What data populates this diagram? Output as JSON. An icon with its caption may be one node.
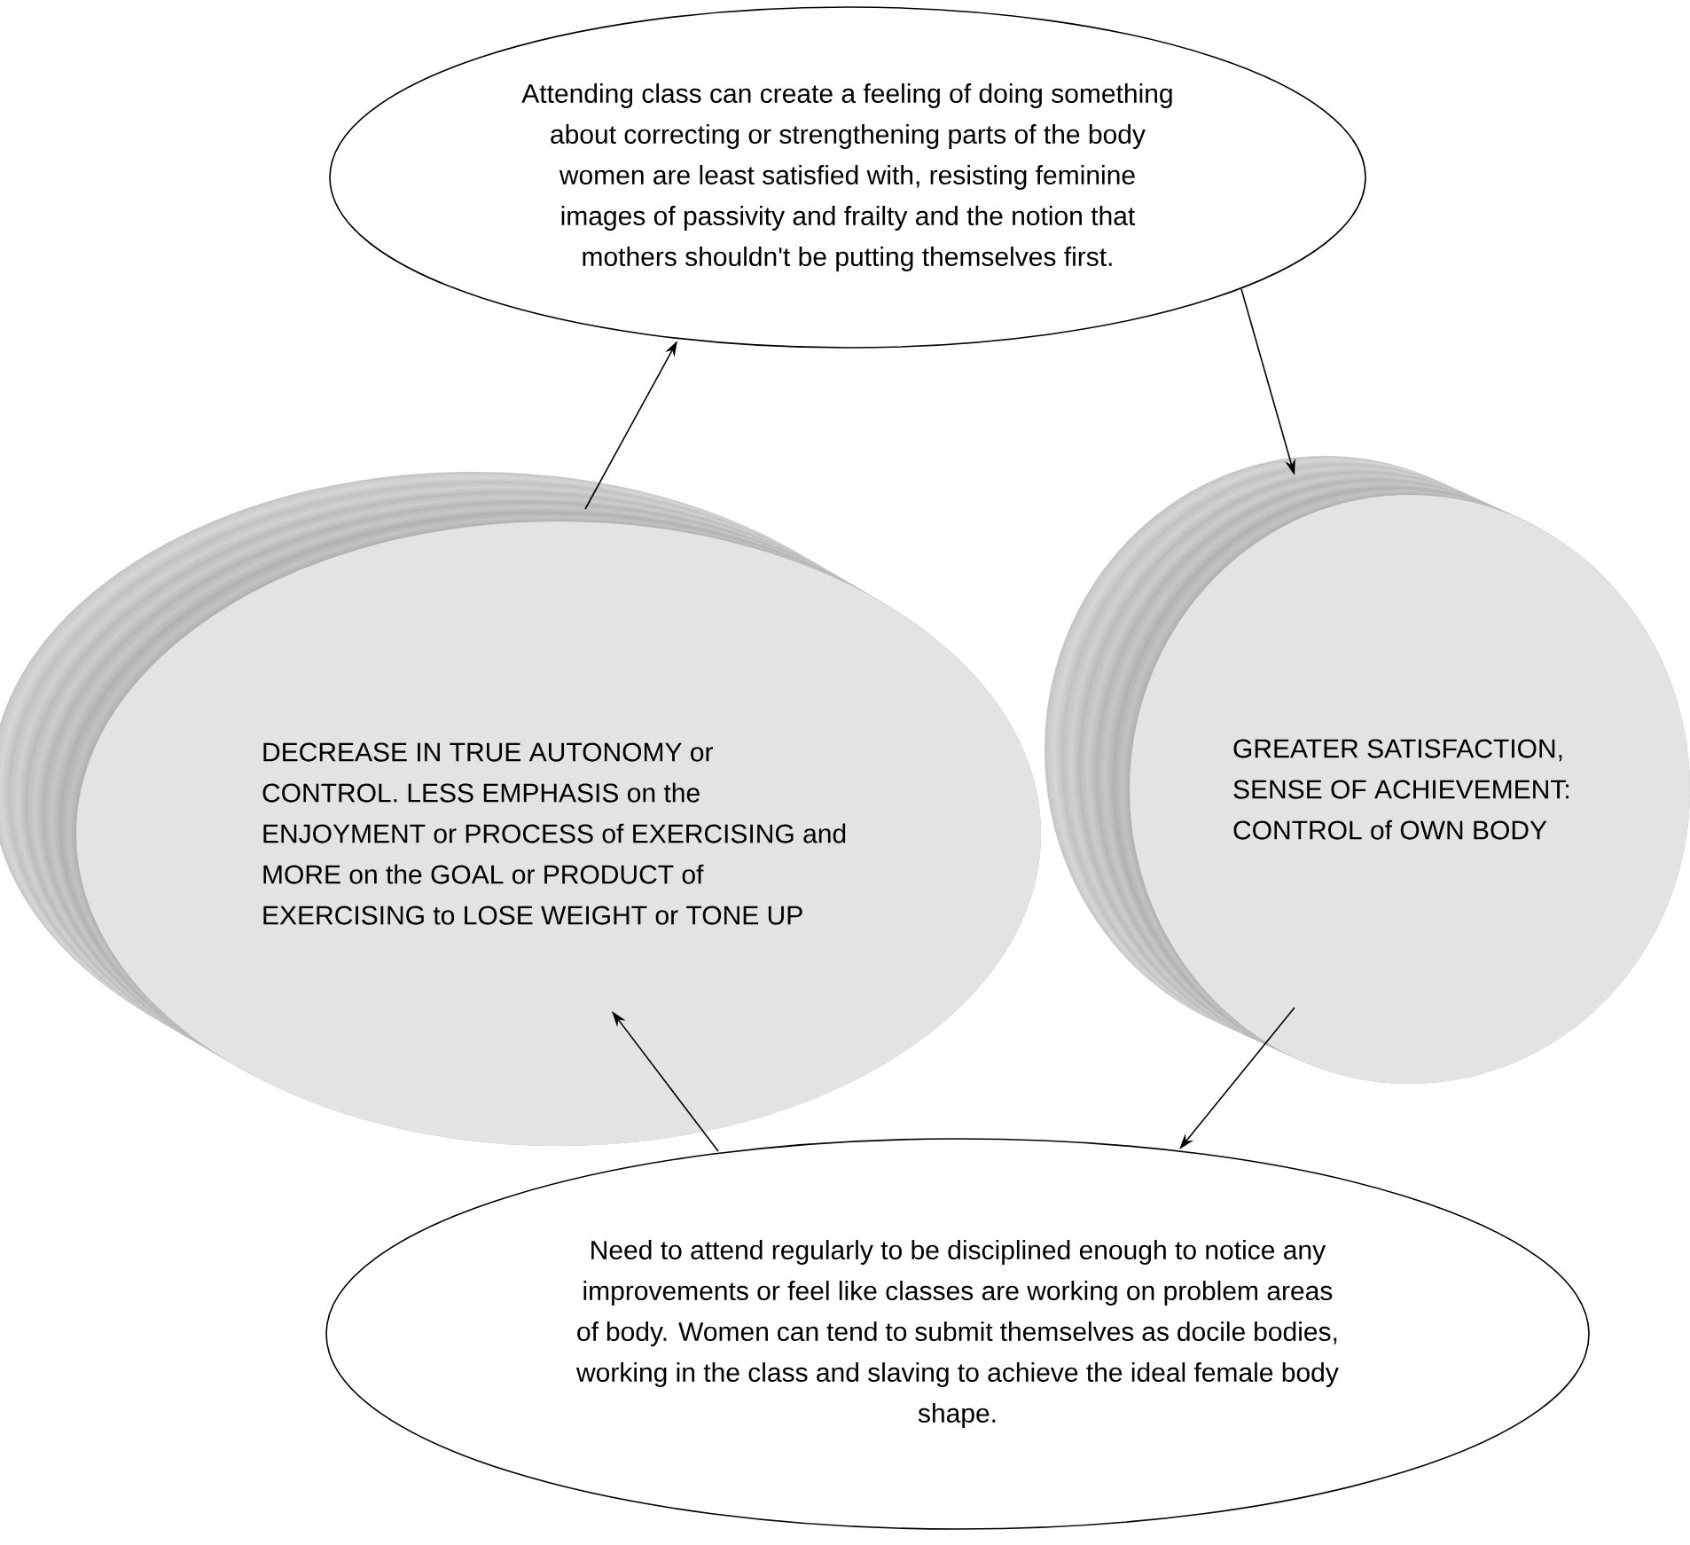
{
  "diagram": {
    "nodes": [
      {
        "text": [
          "Attending class can create a feeling of doing something about correcting or strengthening parts of the body women are least satisfied with, resisting feminine images of passivity and frailty and the notion that mothers shouldn't be putting themselves first."
        ]
      },
      {
        "text": [
          "DECREASE IN TRUE AUTONOMY or CONTROL. LESS EMPHASIS on the ENJOYMENT or PROCESS of EXERCISING and MORE on the GOAL or PRODUCT of EXERCISING to LOSE WEIGHT or TONE UP"
        ]
      },
      {
        "text": [
          "GREATER SATISFACTION, SENSE OF ACHIEVEMENT: CONTROL of OWN BODY"
        ]
      },
      {
        "text": [
          "Need to attend regularly to be disciplined enough to notice any improvements or feel like classes are working on problem areas of body. Women can tend to submit themselves as docile bodies, working in the class and slaving to achieve the ideal female body shape."
        ]
      }
    ],
    "edges": [
      {
        "from": 1,
        "to": 0,
        "arrow": "to"
      },
      {
        "from": 0,
        "to": 2,
        "arrow": "to"
      },
      {
        "from": 2,
        "to": 3,
        "arrow": "to"
      },
      {
        "from": 3,
        "to": 1,
        "arrow": "to"
      }
    ]
  }
}
